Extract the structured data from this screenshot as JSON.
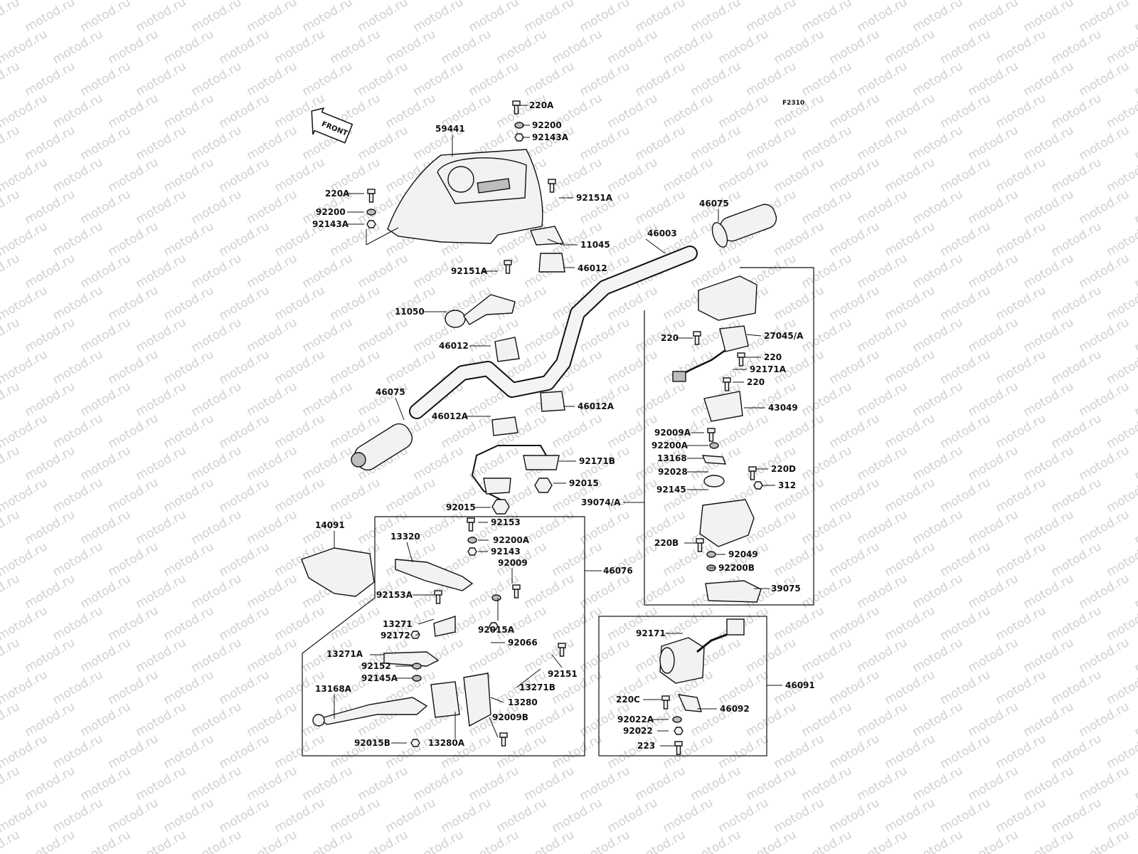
{
  "watermark": "motod.ru",
  "figure_code": "F2310",
  "front_arrow_label": "FRONT",
  "labels": {
    "p220A_top": "220A",
    "p92200_top": "92200",
    "p92143A_top": "92143A",
    "p59441": "59441",
    "p220A_left": "220A",
    "p92200_left": "92200",
    "p92143A_left": "92143A",
    "p92151A_right": "92151A",
    "p46075_right": "46075",
    "p11045": "11045",
    "p46003": "46003",
    "p46012_top": "46012",
    "p92151A_left": "92151A",
    "p11050": "11050",
    "p46012_left": "46012",
    "p220_a": "220",
    "p27045A": "27045/A",
    "p220_b": "220",
    "p92171A": "92171A",
    "p220_c": "220",
    "p46075_left": "46075",
    "p46012A_right": "46012A",
    "p46012A_left": "46012A",
    "p43049": "43049",
    "p92009A": "92009A",
    "p92200A_r": "92200A",
    "p13168": "13168",
    "p220D": "220D",
    "p92028": "92028",
    "p312": "312",
    "p92171B": "92171B",
    "p92015_r": "92015",
    "p92145": "92145",
    "p39074A": "39074/A",
    "p92015_l": "92015",
    "p92153": "92153",
    "p14091": "14091",
    "p13320": "13320",
    "p92200A_m": "92200A",
    "p92143": "92143",
    "p92009": "92009",
    "p220B": "220B",
    "p92049": "92049",
    "p92200B": "92200B",
    "p46076": "46076",
    "p39075": "39075",
    "p92153A": "92153A",
    "p92015A": "92015A",
    "p13271": "13271",
    "p92172": "92172",
    "p92066": "92066",
    "p92171": "92171",
    "p13271A": "13271A",
    "p92152": "92152",
    "p92145A": "92145A",
    "p92151": "92151",
    "p13271B": "13271B",
    "p13168A": "13168A",
    "p13280": "13280",
    "p92009B": "92009B",
    "p46091": "46091",
    "p220C": "220C",
    "p46092": "46092",
    "p92022A": "92022A",
    "p92022": "92022",
    "p92015B": "92015B",
    "p13280A": "13280A",
    "p223": "223"
  },
  "colors": {
    "ink": "#111111",
    "paper": "#ffffff",
    "watermark": "#cfcfcf"
  }
}
